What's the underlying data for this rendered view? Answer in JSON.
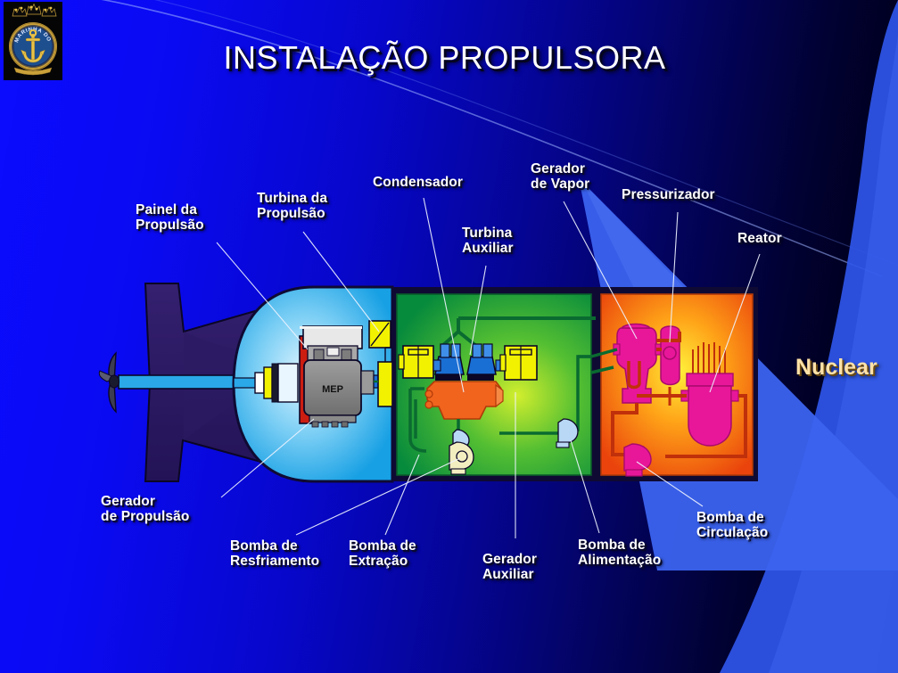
{
  "slide": {
    "title": "INSTALAÇÃO PROPULSORA",
    "side_text": "Nuclear",
    "background_colors": {
      "left": "#0b0bff",
      "right": "#000008",
      "accent_band": "#3a62f0",
      "wedge": "#3b63ef"
    }
  },
  "logo": {
    "name": "marinha-do-brasil-crest",
    "ring_text": "MARINHA DO BRASIL",
    "colors": {
      "field": "#1d4f8f",
      "ring": "#caa13a",
      "anchor": "#e8c248",
      "plate": "#050505"
    }
  },
  "labels": {
    "painel_propulsao": "Painel da\nPropulsão",
    "turbina_propulsao": "Turbina da\nPropulsão",
    "condensador": "Condensador",
    "turbina_auxiliar": "Turbina\nAuxiliar",
    "gerador_vapor": "Gerador\nde Vapor",
    "pressurizador": "Pressurizador",
    "reator": "Reator",
    "gerador_propulsao": "Gerador\nde Propulsão",
    "bomba_resfriamento": "Bomba de\nResfriamento",
    "bomba_extracao": "Bomba de\nExtração",
    "gerador_auxiliar": "Gerador\nAuxiliar",
    "bomba_alimentacao": "Bomba de\nAlimentação",
    "bomba_circulacao": "Bomba de\nCirculação"
  },
  "diagram": {
    "motor_label": "MEP",
    "compartments": [
      {
        "name": "propulsion-compartment",
        "fill_from": "#d8f0ff",
        "fill_to": "#1f9fe0"
      },
      {
        "name": "turbine-compartment",
        "fill_from": "#b8e02a",
        "fill_to": "#0a8f3c"
      },
      {
        "name": "reactor-compartment",
        "fill_from": "#ffe400",
        "fill_to": "#e8450c"
      }
    ],
    "hull_color": "#2b1b63",
    "shaft_color": "#2aa8e8",
    "component_colors": {
      "condenser": "#f0641e",
      "turbine": "#1a6fd4",
      "generator": "#ffff00",
      "reactor_pink": "#e8179a",
      "pipe_green": "#0a6b30",
      "pipe_red": "#c0300a",
      "motor_gray": "#8a8a8a"
    }
  }
}
